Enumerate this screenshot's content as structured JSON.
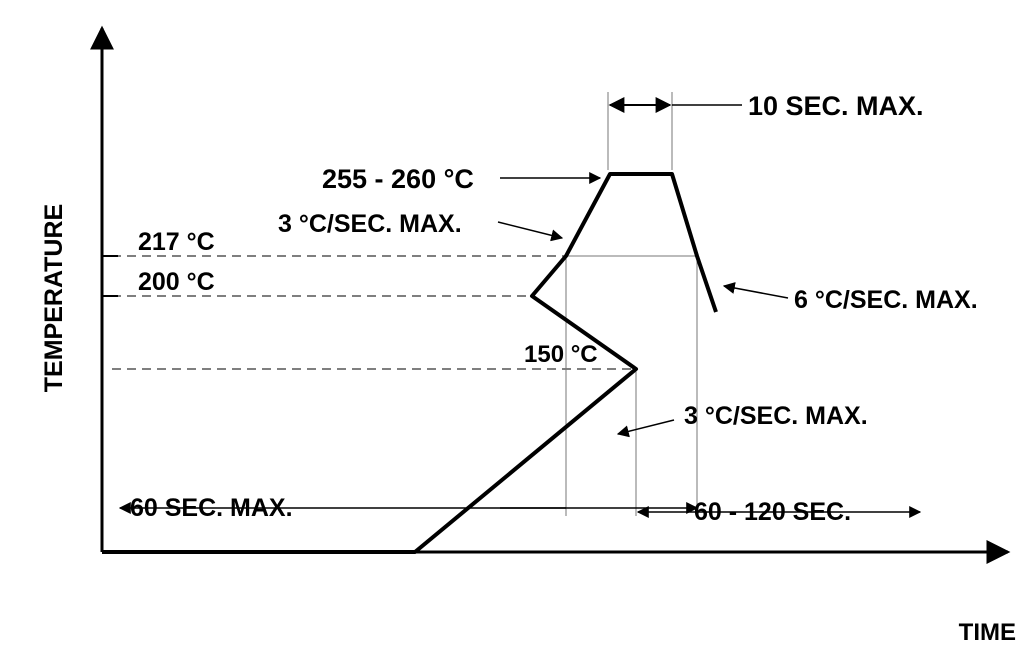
{
  "labels": {
    "peak_window": "10 SEC. MAX.",
    "peak_temp": "255 - 260 °C",
    "ramp_up_rate": "3 °C/SEC. MAX.",
    "liquidus_temp": "217 °C",
    "upper_preheat_temp": "200 °C",
    "ramp_down_rate": "6 °C/SEC. MAX.",
    "lower_preheat_temp": "150 °C",
    "preheat_ramp_rate": "3 °C/SEC. MAX.",
    "liquidus_time": "60 SEC. MAX.",
    "preheat_time": "60 - 120 SEC.",
    "y_axis": "TEMPERATURE",
    "x_axis": "TIME"
  },
  "colors": {
    "ink": "#000000",
    "guide": "#555555",
    "background": "#ffffff"
  }
}
